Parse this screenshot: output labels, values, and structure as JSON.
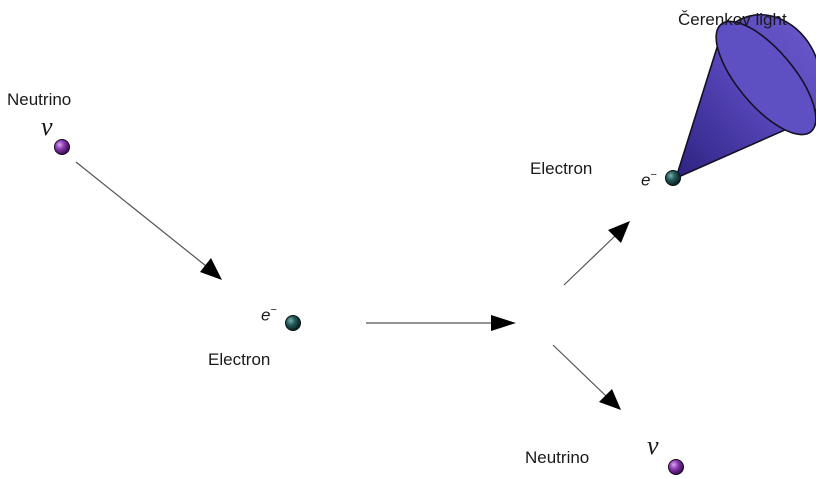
{
  "labels": {
    "neutrino_in": "Neutrino",
    "electron_target": "Electron",
    "electron_scattered": "Electron",
    "neutrino_out": "Neutrino",
    "cerenkov": "Čerenkov light"
  },
  "symbols": {
    "nu": "ν",
    "e": "e",
    "e_sup": "−"
  },
  "colors": {
    "neutrino_particle": "#7a2f9c",
    "electron_particle": "#1f4a4a",
    "cone_fill": "#4b3aa6",
    "arrow": "#333333"
  }
}
